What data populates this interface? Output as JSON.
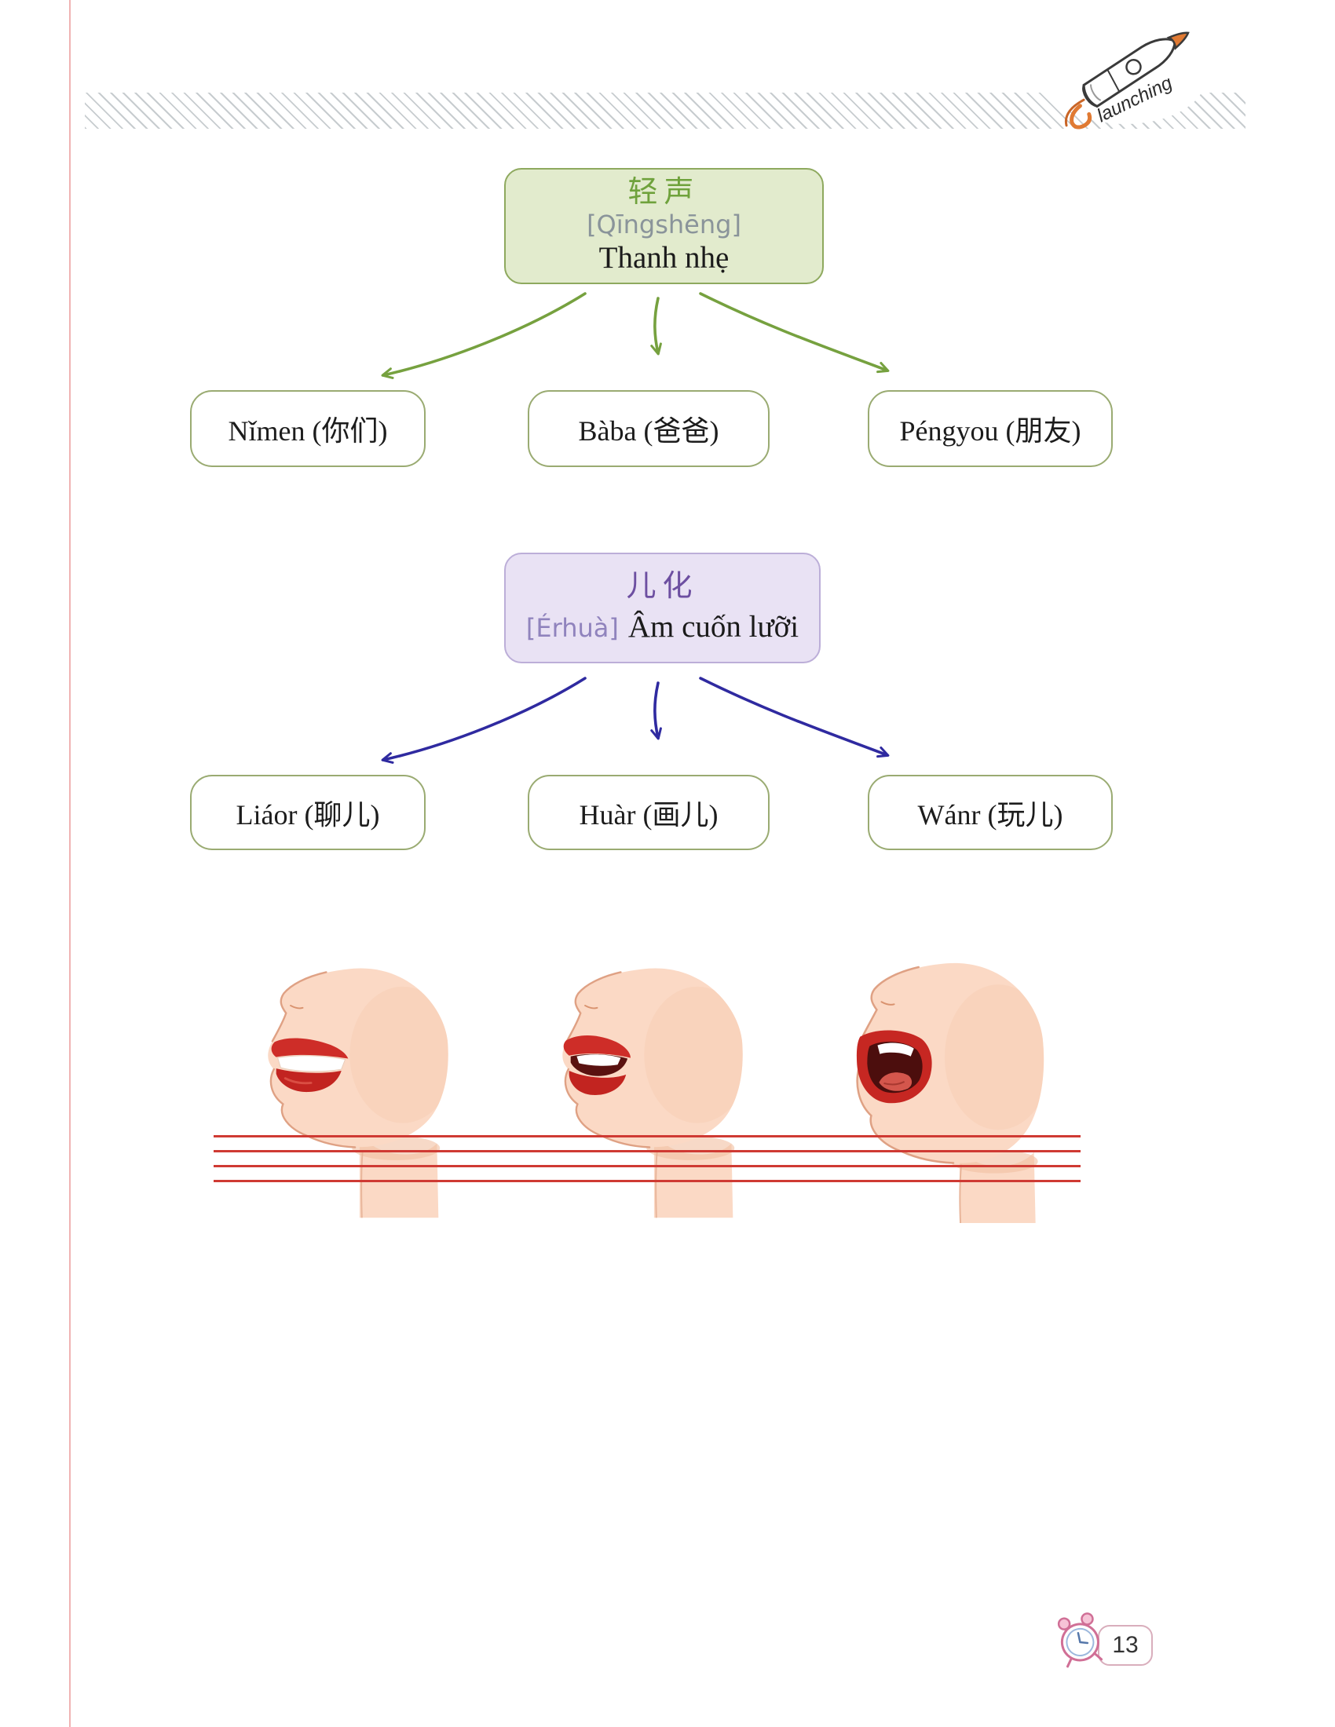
{
  "header": {
    "launching_label": "launching",
    "rocket_icon": "rocket-icon"
  },
  "tone_diagram": {
    "root": {
      "hanzi": "轻声",
      "pinyin": "[Qīngshēng]",
      "translation": "Thanh nhẹ"
    },
    "children": [
      {
        "label": "Nǐmen (你们)"
      },
      {
        "label": "Bàba (爸爸)"
      },
      {
        "label": "Péngyou (朋友)"
      }
    ]
  },
  "erhua_diagram": {
    "root": {
      "hanzi": "儿化",
      "pinyin": "[Érhuà]",
      "translation": "Âm cuốn lưỡi"
    },
    "children": [
      {
        "label": "Liáor (聊儿)"
      },
      {
        "label": "Huàr (画儿)"
      },
      {
        "label": "Wánr (玩儿)"
      }
    ]
  },
  "illustrations": [
    {
      "icon": "mouth-profile-closed-smile-icon"
    },
    {
      "icon": "mouth-profile-half-open-icon"
    },
    {
      "icon": "mouth-profile-wide-open-icon"
    }
  ],
  "footer": {
    "page_number": "13",
    "clock_icon": "alarm-clock-icon"
  },
  "colors": {
    "green_accent": "#76a13f",
    "green_box_bg": "#e2ebcd",
    "green_box_border": "#8ea95e",
    "purple_accent": "#6d4fa1",
    "purple_box_bg": "#e9e2f4",
    "blue_arrow": "#2f2aa0",
    "node_border": "#9aab72",
    "red_guideline": "#cf3a33",
    "margin_line": "#f0b3b3"
  }
}
